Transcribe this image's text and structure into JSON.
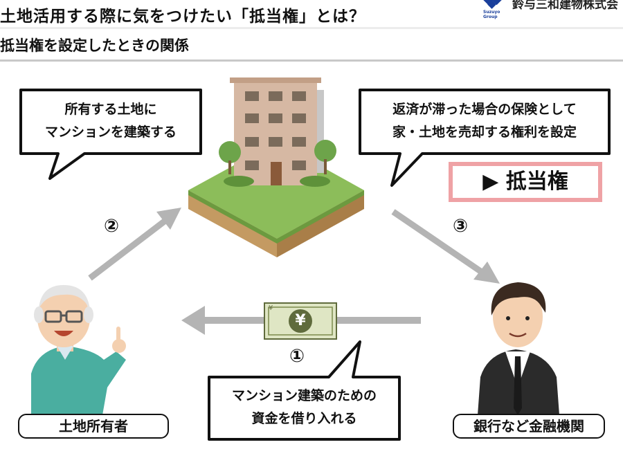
{
  "header": {
    "title": "土地活用する際に気をつけたい「抵当権」とは？",
    "company_name": "鈴与三和建物株式会",
    "logo_sub": "Suzuyo\nGroup"
  },
  "section": {
    "subtitle": "抵当権を設定したときの関係"
  },
  "bubbles": {
    "owner_line1": "所有する土地に",
    "owner_line2": "マンションを建築する",
    "bank_line1": "返済が滞った場合の保険として",
    "bank_line2": "家・土地を売却する権利を設定",
    "loan_line1": "マンション建築のための",
    "loan_line2": "資金を借り入れる"
  },
  "highlight": {
    "label": "▶ 抵当権",
    "border_color": "#efa2a5"
  },
  "steps": {
    "one": "①",
    "two": "②",
    "three": "③"
  },
  "labels": {
    "owner": "土地所有者",
    "bank": "銀行など金融機関"
  },
  "banknote": {
    "symbol": "¥",
    "corner": "¥"
  },
  "colors": {
    "arrow": "#b4b4b4",
    "logo_blue": "#1a3f9b",
    "grass": "#8cbd5a",
    "soil": "#c49a62"
  }
}
